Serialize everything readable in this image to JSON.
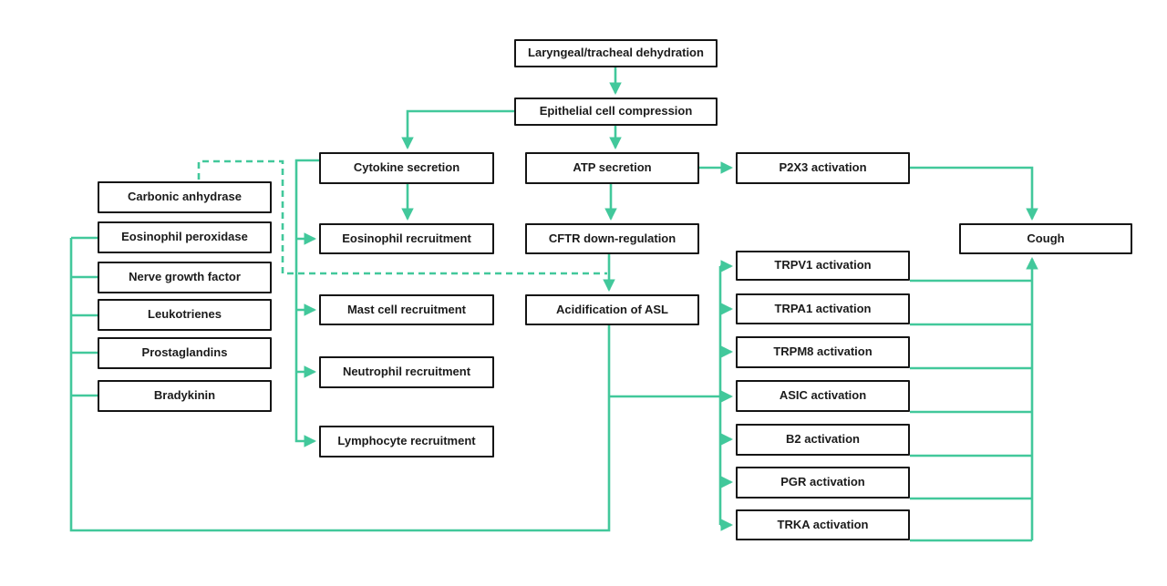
{
  "diagram": {
    "accent_color": "#42c89b",
    "node_border_color": "#151515",
    "nodes": {
      "laryngeal_tracheal_dehydration": "Laryngeal/tracheal dehydration",
      "epithelial_cell_compression": "Epithelial cell compression",
      "cytokine_secretion": "Cytokine secretion",
      "atp_secretion": "ATP secretion",
      "p2x3_activation": "P2X3 activation",
      "carbonic_anhydrase": "Carbonic anhydrase",
      "eosinophil_recruitment": "Eosinophil recruitment",
      "cftr_down_regulation": "CFTR down-regulation",
      "cough": "Cough",
      "eosinophil_peroxidase": "Eosinophil peroxidase",
      "nerve_growth_factor": "Nerve growth factor",
      "leukotrienes": "Leukotrienes",
      "mast_cell_recruitment": "Mast cell recruitment",
      "acidification_of_asl": "Acidification of ASL",
      "prostaglandins": "Prostaglandins",
      "neutrophil_recruitment": "Neutrophil recruitment",
      "bradykinin": "Bradykinin",
      "lymphocyte_recruitment": "Lymphocyte recruitment",
      "trpv1_activation": "TRPV1 activation",
      "trpa1_activation": "TRPA1 activation",
      "trpm8_activation": "TRPM8 activation",
      "asic_activation": "ASIC activation",
      "b2_activation": "B2 activation",
      "pgr_activation": "PGR activation",
      "trka_activation": "TRKA activation"
    },
    "edges": [
      {
        "from": "laryngeal_tracheal_dehydration",
        "to": "epithelial_cell_compression",
        "style": "solid-arrow"
      },
      {
        "from": "epithelial_cell_compression",
        "to": "atp_secretion",
        "style": "solid-arrow"
      },
      {
        "from": "epithelial_cell_compression",
        "to": "cytokine_secretion",
        "style": "solid-arrow"
      },
      {
        "from": "cytokine_secretion",
        "to": "eosinophil_recruitment",
        "style": "solid-arrow"
      },
      {
        "from": "cytokine_secretion",
        "to": "mast_cell_recruitment",
        "style": "solid-arrow"
      },
      {
        "from": "cytokine_secretion",
        "to": "neutrophil_recruitment",
        "style": "solid-arrow"
      },
      {
        "from": "cytokine_secretion",
        "to": "lymphocyte_recruitment",
        "style": "solid-arrow"
      },
      {
        "from": "atp_secretion",
        "to": "cftr_down_regulation",
        "style": "solid-arrow"
      },
      {
        "from": "atp_secretion",
        "to": "p2x3_activation",
        "style": "solid-arrow"
      },
      {
        "from": "cftr_down_regulation",
        "to": "acidification_of_asl",
        "style": "solid-arrow"
      },
      {
        "from": "p2x3_activation",
        "to": "cough",
        "style": "solid-arrow"
      },
      {
        "from": "carbonic_anhydrase",
        "to": "cftr_acidification_junction",
        "style": "dashed"
      },
      {
        "from": "eosinophil_peroxidase",
        "to": "mediator-rail",
        "style": "solid"
      },
      {
        "from": "nerve_growth_factor",
        "to": "mediator-rail",
        "style": "solid"
      },
      {
        "from": "leukotrienes",
        "to": "mediator-rail",
        "style": "solid"
      },
      {
        "from": "prostaglandins",
        "to": "mediator-rail",
        "style": "solid"
      },
      {
        "from": "bradykinin",
        "to": "mediator-rail",
        "style": "solid"
      },
      {
        "from": "acidification_of_asl",
        "to": "mediator-rail",
        "style": "solid"
      },
      {
        "from": "mediator-rail",
        "to": "trpv1_activation",
        "style": "solid-arrow"
      },
      {
        "from": "mediator-rail",
        "to": "trpa1_activation",
        "style": "solid-arrow"
      },
      {
        "from": "mediator-rail",
        "to": "trpm8_activation",
        "style": "solid-arrow"
      },
      {
        "from": "mediator-rail",
        "to": "asic_activation",
        "style": "solid-arrow"
      },
      {
        "from": "mediator-rail",
        "to": "b2_activation",
        "style": "solid-arrow"
      },
      {
        "from": "mediator-rail",
        "to": "pgr_activation",
        "style": "solid-arrow"
      },
      {
        "from": "mediator-rail",
        "to": "trka_activation",
        "style": "solid-arrow"
      },
      {
        "from": "trpv1_activation",
        "to": "cough",
        "style": "solid-arrow"
      },
      {
        "from": "trpa1_activation",
        "to": "cough",
        "style": "solid-arrow"
      },
      {
        "from": "trpm8_activation",
        "to": "cough",
        "style": "solid-arrow"
      },
      {
        "from": "asic_activation",
        "to": "cough",
        "style": "solid-arrow"
      },
      {
        "from": "b2_activation",
        "to": "cough",
        "style": "solid-arrow"
      },
      {
        "from": "pgr_activation",
        "to": "cough",
        "style": "solid-arrow"
      },
      {
        "from": "trka_activation",
        "to": "cough",
        "style": "solid-arrow"
      }
    ]
  }
}
